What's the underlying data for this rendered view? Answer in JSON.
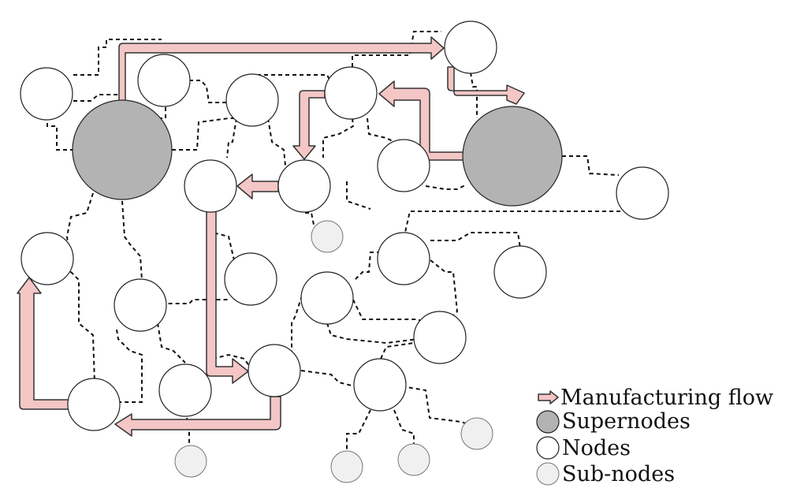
{
  "colors": {
    "flow_fill": "#f4c6c6",
    "supernode_fill": "#b3b3b3",
    "node_fill": "#ffffff",
    "subnode_fill": "#f0f0f0"
  },
  "legend": {
    "flow_label": "Manufacturing flow",
    "supernode_label": "Supernodes",
    "node_label": "Nodes",
    "subnode_label": "Sub-nodes"
  }
}
